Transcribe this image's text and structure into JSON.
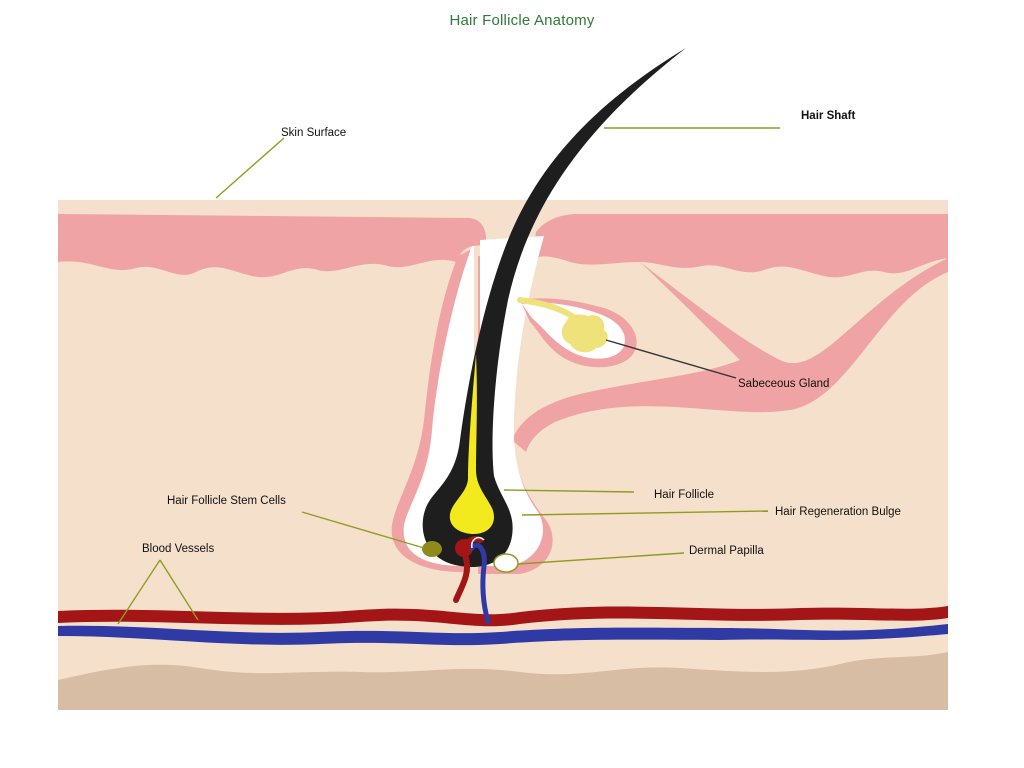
{
  "title": "Hair Follicle Anatomy",
  "labels": {
    "hair_shaft": "Hair Shaft",
    "skin_surface": "Skin Surface",
    "sebaceous_gland": "Sabeceous Gland",
    "hair_follicle": "Hair Follicle",
    "hair_regeneration_bulge": "Hair Regeneration Bulge",
    "hair_follicle_stem_cells": "Hair Follicle Stem Cells",
    "blood_vessels": "Blood Vessels",
    "dermal_papilla": "Dermal Papilla"
  },
  "colors": {
    "title": "#2f7a3a",
    "skin_background": "#f5e0cc",
    "epidermis_pink": "#f0a3a4",
    "hair_black": "#1e1e1e",
    "hair_core_yellow": "#f2ea1c",
    "sebaceous_yellow": "#efe27a",
    "artery_red": "#a41515",
    "vein_blue": "#2f3aa4",
    "subcutis_tan": "#d7bda3",
    "leader_olive": "#8f9c21"
  }
}
